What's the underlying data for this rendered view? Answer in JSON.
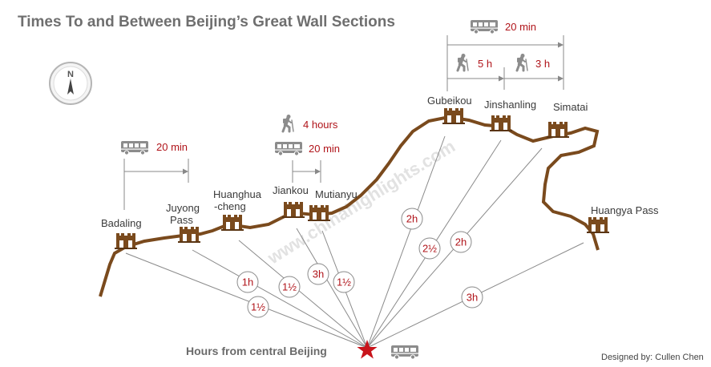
{
  "title": "Times To and Between Beijing’s Great Wall Sections",
  "watermark": "www.chinahighlights.com",
  "compass_label": "N",
  "origin_label": "Hours from central Beijing",
  "credit": "Designed by: Cullen Chen",
  "sections": {
    "badaling": "Badaling",
    "juyong_1": "Juyong",
    "juyong_2": "Pass",
    "huanghua_1": "Huanghua",
    "huanghua_2": "-cheng",
    "jiankou": "Jiankou",
    "mutianyu": "Mutianyu",
    "gubeikou": "Gubeikou",
    "jinshanling": "Jinshanling",
    "simatai": "Simatai",
    "huangya": "Huangya Pass"
  },
  "transfers": {
    "badaling_juyong_bus": "20 min",
    "jiankou_mutianyu_hike": "4 hours",
    "jiankou_mutianyu_bus": "20 min",
    "gubeikou_simatai_bus": "20 min",
    "gubeikou_jinshanling_hike": "5 h",
    "jinshanling_simatai_hike": "3 h"
  },
  "hours": {
    "badaling": "1½",
    "juyong": "1h",
    "huanghua": "1½",
    "jiankou": "3h",
    "mutianyu": "1½",
    "gubeikou": "2h",
    "jinshanling": "2½",
    "simatai": "2h",
    "huangya": "3h"
  },
  "colors": {
    "wall": "#7a4a1d",
    "accent": "#b0141a",
    "line": "#777777",
    "icon": "#888888"
  }
}
